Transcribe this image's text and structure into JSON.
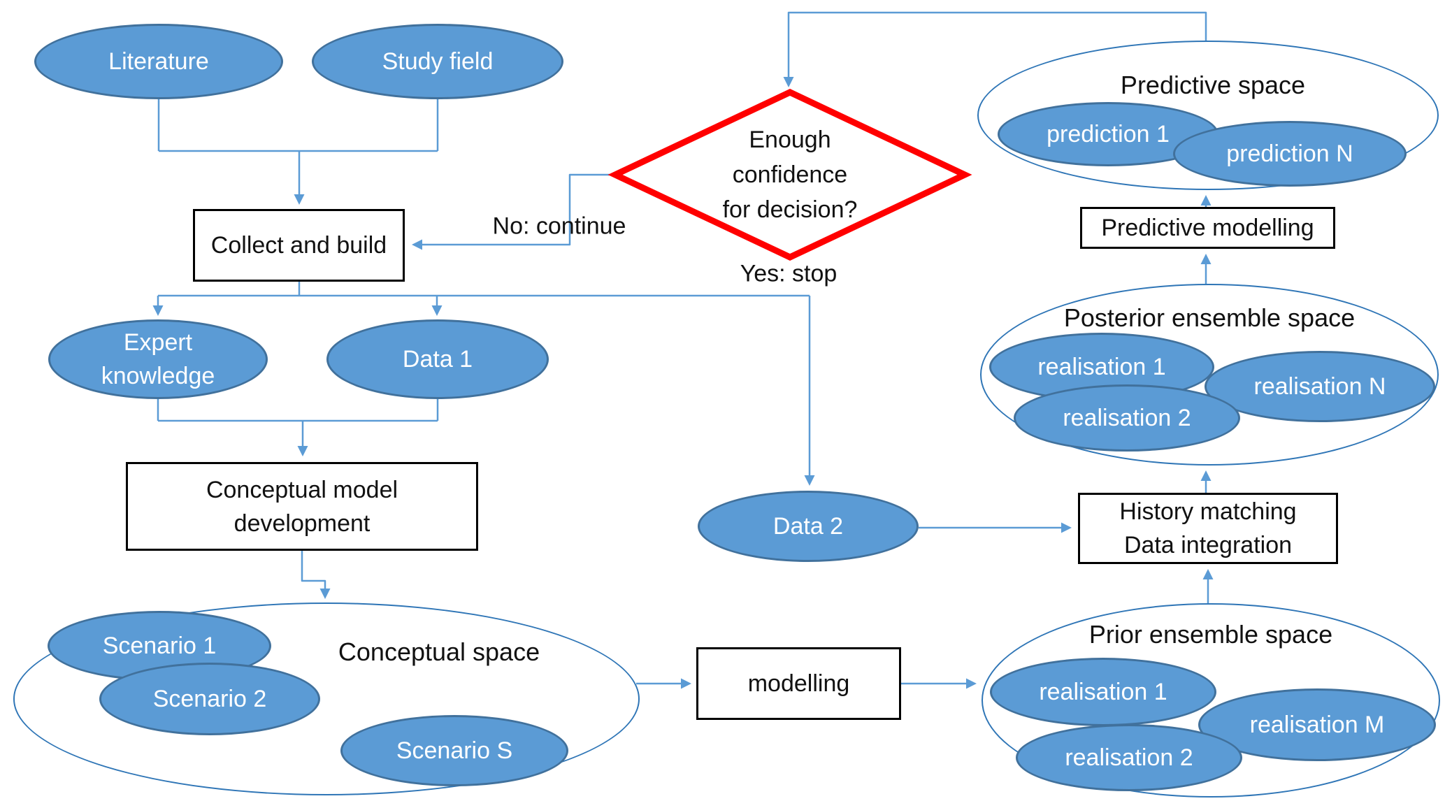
{
  "colors": {
    "node_fill": "#5b9bd5",
    "node_border": "#41719c",
    "space_border": "#2e75b6",
    "connector": "#5b9bd5",
    "decision_border": "#ff0000",
    "box_border": "#000000",
    "node_text": "#ffffff",
    "text": "#111111"
  },
  "nodes": {
    "literature": {
      "label": "Literature"
    },
    "study_field": {
      "label": "Study field"
    },
    "collect_build": {
      "label": "Collect and build"
    },
    "expert_knowledge": {
      "line1": "Expert",
      "line2": "knowledge"
    },
    "data_1": {
      "label": "Data 1"
    },
    "conceptual_dev": {
      "line1": "Conceptual model",
      "line2": "development"
    },
    "decision": {
      "line1": "Enough",
      "line2": "confidence",
      "line3": "for decision?"
    },
    "decision_yes": {
      "label": "Yes: stop"
    },
    "decision_no": {
      "label": "No: continue"
    },
    "data_2": {
      "label": "Data 2"
    },
    "modelling": {
      "label": "modelling"
    },
    "history_matching": {
      "line1": "History matching",
      "line2": "Data integration"
    },
    "predictive_modelling": {
      "label": "Predictive modelling"
    }
  },
  "spaces": {
    "conceptual": {
      "title": "Conceptual space",
      "items": [
        "Scenario 1",
        "Scenario 2",
        "Scenario S"
      ]
    },
    "prior": {
      "title": "Prior ensemble space",
      "items": [
        "realisation 1",
        "realisation 2",
        "realisation M"
      ]
    },
    "posterior": {
      "title": "Posterior ensemble space",
      "items": [
        "realisation 1",
        "realisation 2",
        "realisation N"
      ]
    },
    "predictive": {
      "title": "Predictive space",
      "items": [
        "prediction 1",
        "prediction N"
      ]
    }
  }
}
